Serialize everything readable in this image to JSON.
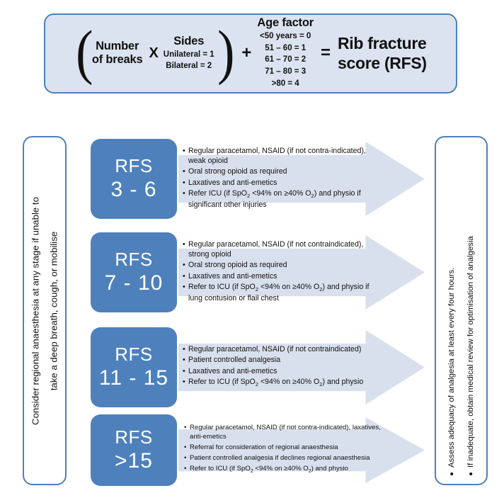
{
  "formula": {
    "open_paren": "(",
    "close_paren": ")",
    "term1_line1": "Number",
    "term1_line2": "of breaks",
    "multiply": "X",
    "sides_head": "Sides",
    "sides_opt1": "Unilateral = 1",
    "sides_opt2": "Bilateral = 2",
    "plus": "+",
    "age_head": "Age factor",
    "age_rows": [
      "<50 years = 0",
      "51 – 60 = 1",
      "61 – 70 = 2",
      "71 – 80 = 3",
      ">80 = 4"
    ],
    "equals": "=",
    "result_line1": "Rib fracture",
    "result_line2": "score (RFS)"
  },
  "left_panel": {
    "line1": "Consider regional anaesthesia at any stage if unable to",
    "line2": "take a deep breath, cough, or mobilise"
  },
  "right_panel": {
    "bullets": [
      "Assess adequacy of analgesia at least every four hours.",
      "If inadequate, obtain medical review for optimisation of analgesia"
    ]
  },
  "rows": [
    {
      "label": "RFS",
      "range": "3 - 6",
      "items": [
        "Regular paracetamol, NSAID (if not contra-indicated), weak opioid",
        "Oral strong opioid as required",
        "Laxatives and anti-emetics",
        "Refer ICU (if SpO2 <94% on ≥40% O2) and physio if significant other injuries"
      ]
    },
    {
      "label": "RFS",
      "range": "7 - 10",
      "items": [
        "Regular paracetamol, NSAID (if not contraindicated), strong opioid",
        "Oral strong opioid as required",
        "Laxatives and anti-emetics",
        "Refer to ICU (if SpO2 <94% on ≥40% O2) and physio if lung contusion or flail chest"
      ]
    },
    {
      "label": "RFS",
      "range": "11 - 15",
      "items": [
        "Regular paracetamol, NSAID (if not contraindicated)",
        "Patient controlled analgesia",
        "Laxatives and anti-emetics",
        "Refer to ICU (if SpO2 <94% on ≥40% O2) and physio"
      ]
    },
    {
      "label": "RFS",
      "range": ">15",
      "items": [
        "Regular paracetamol, NSAID (if not contra-indicated), laxatives, anti-emetics",
        "Referral for consideration of regional anaesthesia",
        "Patient controlled analgesia if declines regional anaesthesia",
        "Refer to ICU (if SpO2 <94% on ≥40% O2) and physio"
      ]
    }
  ],
  "colors": {
    "accent_blue": "#4e81bc",
    "formula_fill": "#dbe3f0",
    "arrow_fill": "#d9e0ed",
    "text": "#111111",
    "badge_text": "#ffffff"
  }
}
